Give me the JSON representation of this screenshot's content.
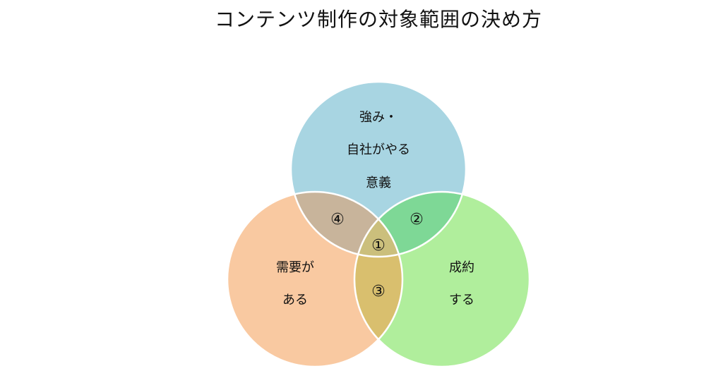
{
  "title": "コンテンツ制作の対象範囲の決め方",
  "circles": {
    "top": {
      "line1": "強み・",
      "line2": "自社がやる",
      "line3": "意義",
      "color": "#a8d5e2"
    },
    "left": {
      "line1": "需要が",
      "line2": "ある",
      "color": "#f9c9a1"
    },
    "right": {
      "line1": "成約",
      "line2": "する",
      "color": "#b0ee9c"
    }
  },
  "regions": {
    "center": "①",
    "top_right": "②",
    "left_right": "③",
    "top_left": "④"
  },
  "overlap_colors": {
    "top_left": "#c8b49b",
    "top_right": "#7ed896",
    "left_right": "#d9bf6e",
    "center": "#cbbf7c"
  }
}
